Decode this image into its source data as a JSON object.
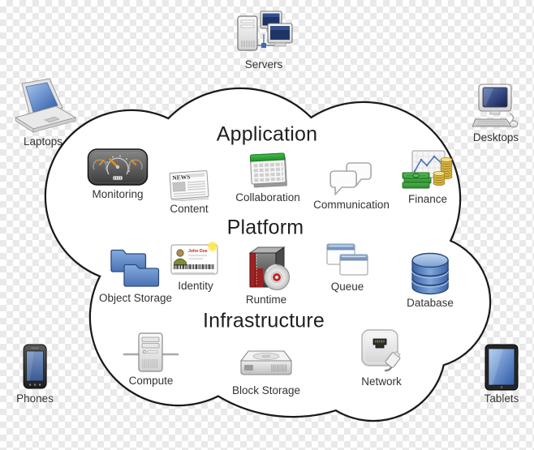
{
  "layers": {
    "application": "Application",
    "platform": "Platform",
    "infrastructure": "Infrastructure"
  },
  "services": {
    "monitoring": "Monitoring",
    "content": "Content",
    "collaboration": "Collaboration",
    "communication": "Communication",
    "finance": "Finance",
    "identity": "Identity",
    "runtime": "Runtime",
    "queue": "Queue",
    "object_storage": "Object Storage",
    "database": "Database",
    "compute": "Compute",
    "block_storage": "Block Storage",
    "network": "Network"
  },
  "devices": {
    "servers": "Servers",
    "laptops": "Laptops",
    "desktops": "Desktops",
    "phones": "Phones",
    "tablets": "Tablets"
  },
  "icon_text": {
    "news_masthead": "NEWS",
    "id_card_name": "John Doe"
  },
  "colors": {
    "cloud_fill": "#ffffff",
    "cloud_outline": "#1a1a1a",
    "checker_gray": "#e9e9e9",
    "screen_blue": "#3a6ac0",
    "folder_blue": "#4a72b4",
    "database_blue": "#3c64a4",
    "calendar_green": "#2fa838",
    "money_green": "#3aa03a",
    "coin_gold": "#e0b93a",
    "needle_orange": "#e8901a"
  }
}
